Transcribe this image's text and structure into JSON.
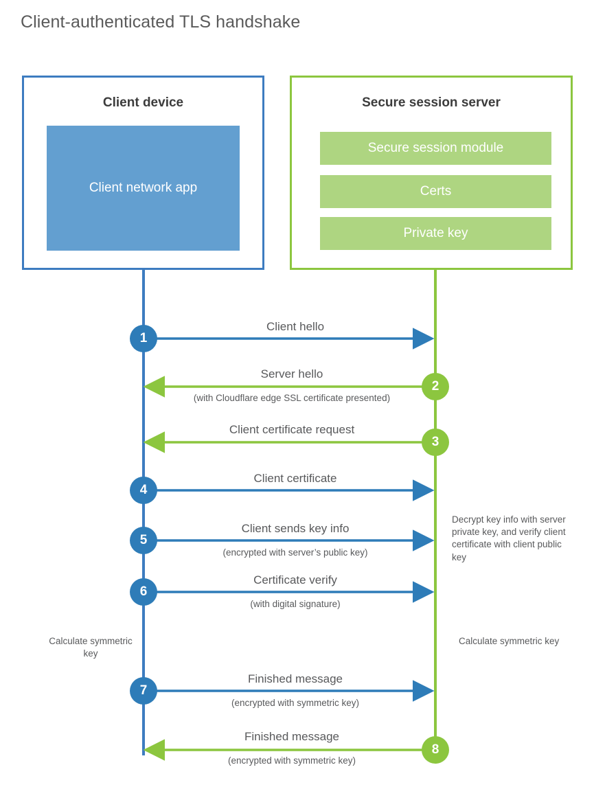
{
  "title": "Client-authenticated TLS handshake",
  "colors": {
    "client_blue": "#3d7cc0",
    "client_circle_blue": "#2e7cb8",
    "client_app_fill": "#639fd0",
    "server_green": "#8cc63f",
    "server_bar_fill": "#aed581",
    "text_gray": "#58595b"
  },
  "client": {
    "title": "Client device",
    "app_label": "Client network app"
  },
  "server": {
    "title": "Secure session server",
    "components": [
      "Secure session module",
      "Certs",
      "Private key"
    ]
  },
  "steps": [
    {
      "number": "1",
      "side": "client",
      "direction": "right",
      "label": "Client hello",
      "sub": ""
    },
    {
      "number": "2",
      "side": "server",
      "direction": "left",
      "label": "Server hello",
      "sub": "(with Cloudflare edge SSL certificate presented)"
    },
    {
      "number": "3",
      "side": "server",
      "direction": "left",
      "label": "Client certificate request",
      "sub": ""
    },
    {
      "number": "4",
      "side": "client",
      "direction": "right",
      "label": "Client certificate",
      "sub": ""
    },
    {
      "number": "5",
      "side": "client",
      "direction": "right",
      "label": "Client sends key info",
      "sub": "(encrypted with server’s public key)"
    },
    {
      "number": "6",
      "side": "client",
      "direction": "right",
      "label": "Certificate verify",
      "sub": "(with digital signature)"
    },
    {
      "number": "7",
      "side": "client",
      "direction": "right",
      "label": "Finished message",
      "sub": "(encrypted with symmetric key)"
    },
    {
      "number": "8",
      "side": "server",
      "direction": "left",
      "label": "Finished message",
      "sub": "(encrypted with symmetric key)"
    }
  ],
  "notes": {
    "decrypt": "Decrypt key info with server private key, and verify client certificate with client public key",
    "calculate_client": "Calculate symmetric key",
    "calculate_server": "Calculate symmetric key"
  }
}
